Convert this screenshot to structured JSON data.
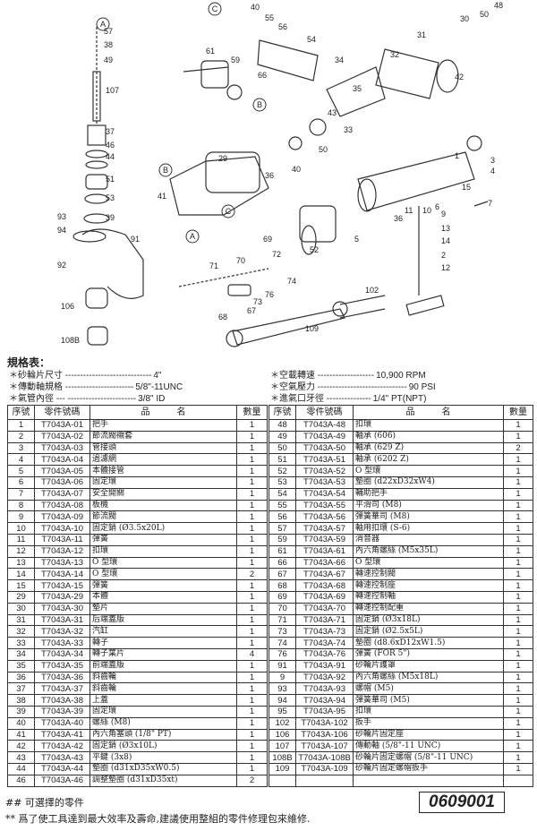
{
  "diagram": {
    "labels": [
      "57",
      "38",
      "49",
      "107",
      "37",
      "46",
      "44",
      "51",
      "53",
      "39",
      "91",
      "93",
      "94",
      "92",
      "106",
      "108B",
      "A",
      "A",
      "B",
      "B",
      "C",
      "C",
      "40",
      "55",
      "56",
      "54",
      "61",
      "59",
      "66",
      "48",
      "50",
      "30",
      "31",
      "32",
      "42",
      "34",
      "35",
      "43",
      "33",
      "36",
      "36",
      "50",
      "40",
      "29",
      "41",
      "1",
      "3",
      "4",
      "6",
      "11",
      "10",
      "15",
      "7",
      "9",
      "13",
      "14",
      "2",
      "12",
      "5",
      "69",
      "52",
      "72",
      "70",
      "71",
      "74",
      "76",
      "73",
      "67",
      "68",
      "102",
      "109"
    ]
  },
  "spec": {
    "title": "規格表：",
    "items": [
      {
        "label": "＊砂輪片尺寸 -----------------------------",
        "value": "4\""
      },
      {
        "label": "＊傳動軸規格 -----------------------",
        "value": "5/8\"-11UNC"
      },
      {
        "label": "＊氣管內徑 --- -----------------------",
        "value": "3/8\" ID"
      },
      {
        "label": "＊空載轉速 -------------------",
        "value": "10,900 RPM"
      },
      {
        "label": "＊空氣壓力 ------------------------------",
        "value": "90 PSI"
      },
      {
        "label": "＊進氣口牙徑 ---------------",
        "value": "1/4\" PT(NPT)"
      }
    ]
  },
  "table": {
    "headers": [
      "序號",
      "零件號碼",
      "品　　　名",
      "數量"
    ],
    "left": [
      [
        "1",
        "T7043A-01",
        "把手",
        "1"
      ],
      [
        "2",
        "T7043A-02",
        "節流閥襯套",
        "1"
      ],
      [
        "3",
        "T7043A-03",
        "管接頭",
        "1"
      ],
      [
        "4",
        "T7043A-04",
        "過濾網",
        "1"
      ],
      [
        "5",
        "T7043A-05",
        "本體接管",
        "1"
      ],
      [
        "6",
        "T7043A-06",
        "固定環",
        "1"
      ],
      [
        "7",
        "T7043A-07",
        "安全開關",
        "1"
      ],
      [
        "8",
        "T7043A-08",
        "板機",
        "1"
      ],
      [
        "9",
        "T7043A-09",
        "節流閥",
        "1"
      ],
      [
        "10",
        "T7043A-10",
        "固定銷 (Ø3.5x20L)",
        "1"
      ],
      [
        "11",
        "T7043A-11",
        "彈簧",
        "1"
      ],
      [
        "12",
        "T7043A-12",
        "扣環",
        "1"
      ],
      [
        "13",
        "T7043A-13",
        "O 型環",
        "1"
      ],
      [
        "14",
        "T7043A-14",
        "O 型環",
        "2"
      ],
      [
        "15",
        "T7043A-15",
        "彈簧",
        "1"
      ],
      [
        "29",
        "T7043A-29",
        "本體",
        "1"
      ],
      [
        "30",
        "T7043A-30",
        "墊片",
        "1"
      ],
      [
        "31",
        "T7043A-31",
        "后端蓋版",
        "1"
      ],
      [
        "32",
        "T7043A-32",
        "汽缸",
        "1"
      ],
      [
        "33",
        "T7043A-33",
        "轉子",
        "1"
      ],
      [
        "34",
        "T7043A-34",
        "轉子葉片",
        "4"
      ],
      [
        "35",
        "T7043A-35",
        "前端蓋版",
        "1"
      ],
      [
        "36",
        "T7043A-36",
        "斜齒輪",
        "1"
      ],
      [
        "37",
        "T7043A-37",
        "斜齒輪",
        "1"
      ],
      [
        "38",
        "T7043A-38",
        "上蓋",
        "1"
      ],
      [
        "39",
        "T7043A-39",
        "固定環",
        "1"
      ],
      [
        "40",
        "T7043A-40",
        "螺絲 (M8)",
        "1"
      ],
      [
        "41",
        "T7043A-41",
        "內六角塞頭 (1/8\" PT)",
        "1"
      ],
      [
        "42",
        "T7043A-42",
        "固定銷 (Ø3x10L)",
        "1"
      ],
      [
        "43",
        "T7043A-43",
        "平鍵 (3x8)",
        "1"
      ],
      [
        "44",
        "T7043A-44",
        "墊圈 (d31xD35xW0.5)",
        "1"
      ],
      [
        "46",
        "T7043A-46",
        "調整墊圈 (d31xD35xt)",
        "2"
      ]
    ],
    "right": [
      [
        "48",
        "T7043A-48",
        "扣環",
        "1"
      ],
      [
        "49",
        "T7043A-49",
        "軸承 (606)",
        "1"
      ],
      [
        "50",
        "T7043A-50",
        "軸承 (629 Z)",
        "2"
      ],
      [
        "51",
        "T7043A-51",
        "軸承 (6202 Z)",
        "1"
      ],
      [
        "52",
        "T7043A-52",
        "O 型環",
        "1"
      ],
      [
        "53",
        "T7043A-53",
        "墊圈 (d22xD32xW4)",
        "1"
      ],
      [
        "54",
        "T7043A-54",
        "輔助把手",
        "1"
      ],
      [
        "55",
        "T7043A-55",
        "平滑司 (M8)",
        "1"
      ],
      [
        "56",
        "T7043A-56",
        "彈簧華司 (M8)",
        "1"
      ],
      [
        "57",
        "T7043A-57",
        "軸用扣環 (S-6)",
        "1"
      ],
      [
        "59",
        "T7043A-59",
        "消音器",
        "1"
      ],
      [
        "61",
        "T7043A-61",
        "內六角螺絲 (M5x35L)",
        "1"
      ],
      [
        "66",
        "T7043A-66",
        "O 型環",
        "1"
      ],
      [
        "67",
        "T7043A-67",
        "轉速控制閥",
        "1"
      ],
      [
        "68",
        "T7043A-68",
        "轉速控制座",
        "1"
      ],
      [
        "69",
        "T7043A-69",
        "轉速控制軸",
        "1"
      ],
      [
        "70",
        "T7043A-70",
        "轉速控制配重",
        "1"
      ],
      [
        "71",
        "T7043A-71",
        "固定銷 (Ø3x18L)",
        "1"
      ],
      [
        "73",
        "T7043A-73",
        "固定銷 (Ø2.5x5L)",
        "1"
      ],
      [
        "74",
        "T7043A-74",
        "墊圈 (d8.6xD12xW1.5)",
        "1"
      ],
      [
        "76",
        "T7043A-76",
        "彈簧 (FOR 5\")",
        "1"
      ],
      [
        "91",
        "T7043A-91",
        "砂輪片護罩",
        "1"
      ],
      [
        "9",
        "T7043A-92",
        "內六角螺絲 (M5x18L)",
        "1"
      ],
      [
        "93",
        "T7043A-93",
        "螺帽 (M5)",
        "1"
      ],
      [
        "94",
        "T7043A-94",
        "彈簧華司 (M5)",
        "1"
      ],
      [
        "95",
        "T7043A-95",
        "扣環",
        "1"
      ],
      [
        "102",
        "T7043A-102",
        "扳手",
        "1"
      ],
      [
        "106",
        "T7043A-106",
        "砂輪片固定座",
        "1"
      ],
      [
        "107",
        "T7043A-107",
        "傳動軸 (5/8\"-11 UNC)",
        "1"
      ],
      [
        "108B",
        "T7043A-108B",
        "砂輪片固定螺帽 (5/8\"-11 UNC)",
        "1"
      ],
      [
        "109",
        "T7043A-109",
        "砂輪片固定螺帽扳手",
        "1"
      ],
      [
        "",
        "",
        "",
        ""
      ]
    ]
  },
  "footer": {
    "optional": "## 可選擇的零件",
    "note": "** 爲了使工具達到最大效率及壽命,建議使用整組的零件修理包來維修.",
    "code": "0609001"
  }
}
